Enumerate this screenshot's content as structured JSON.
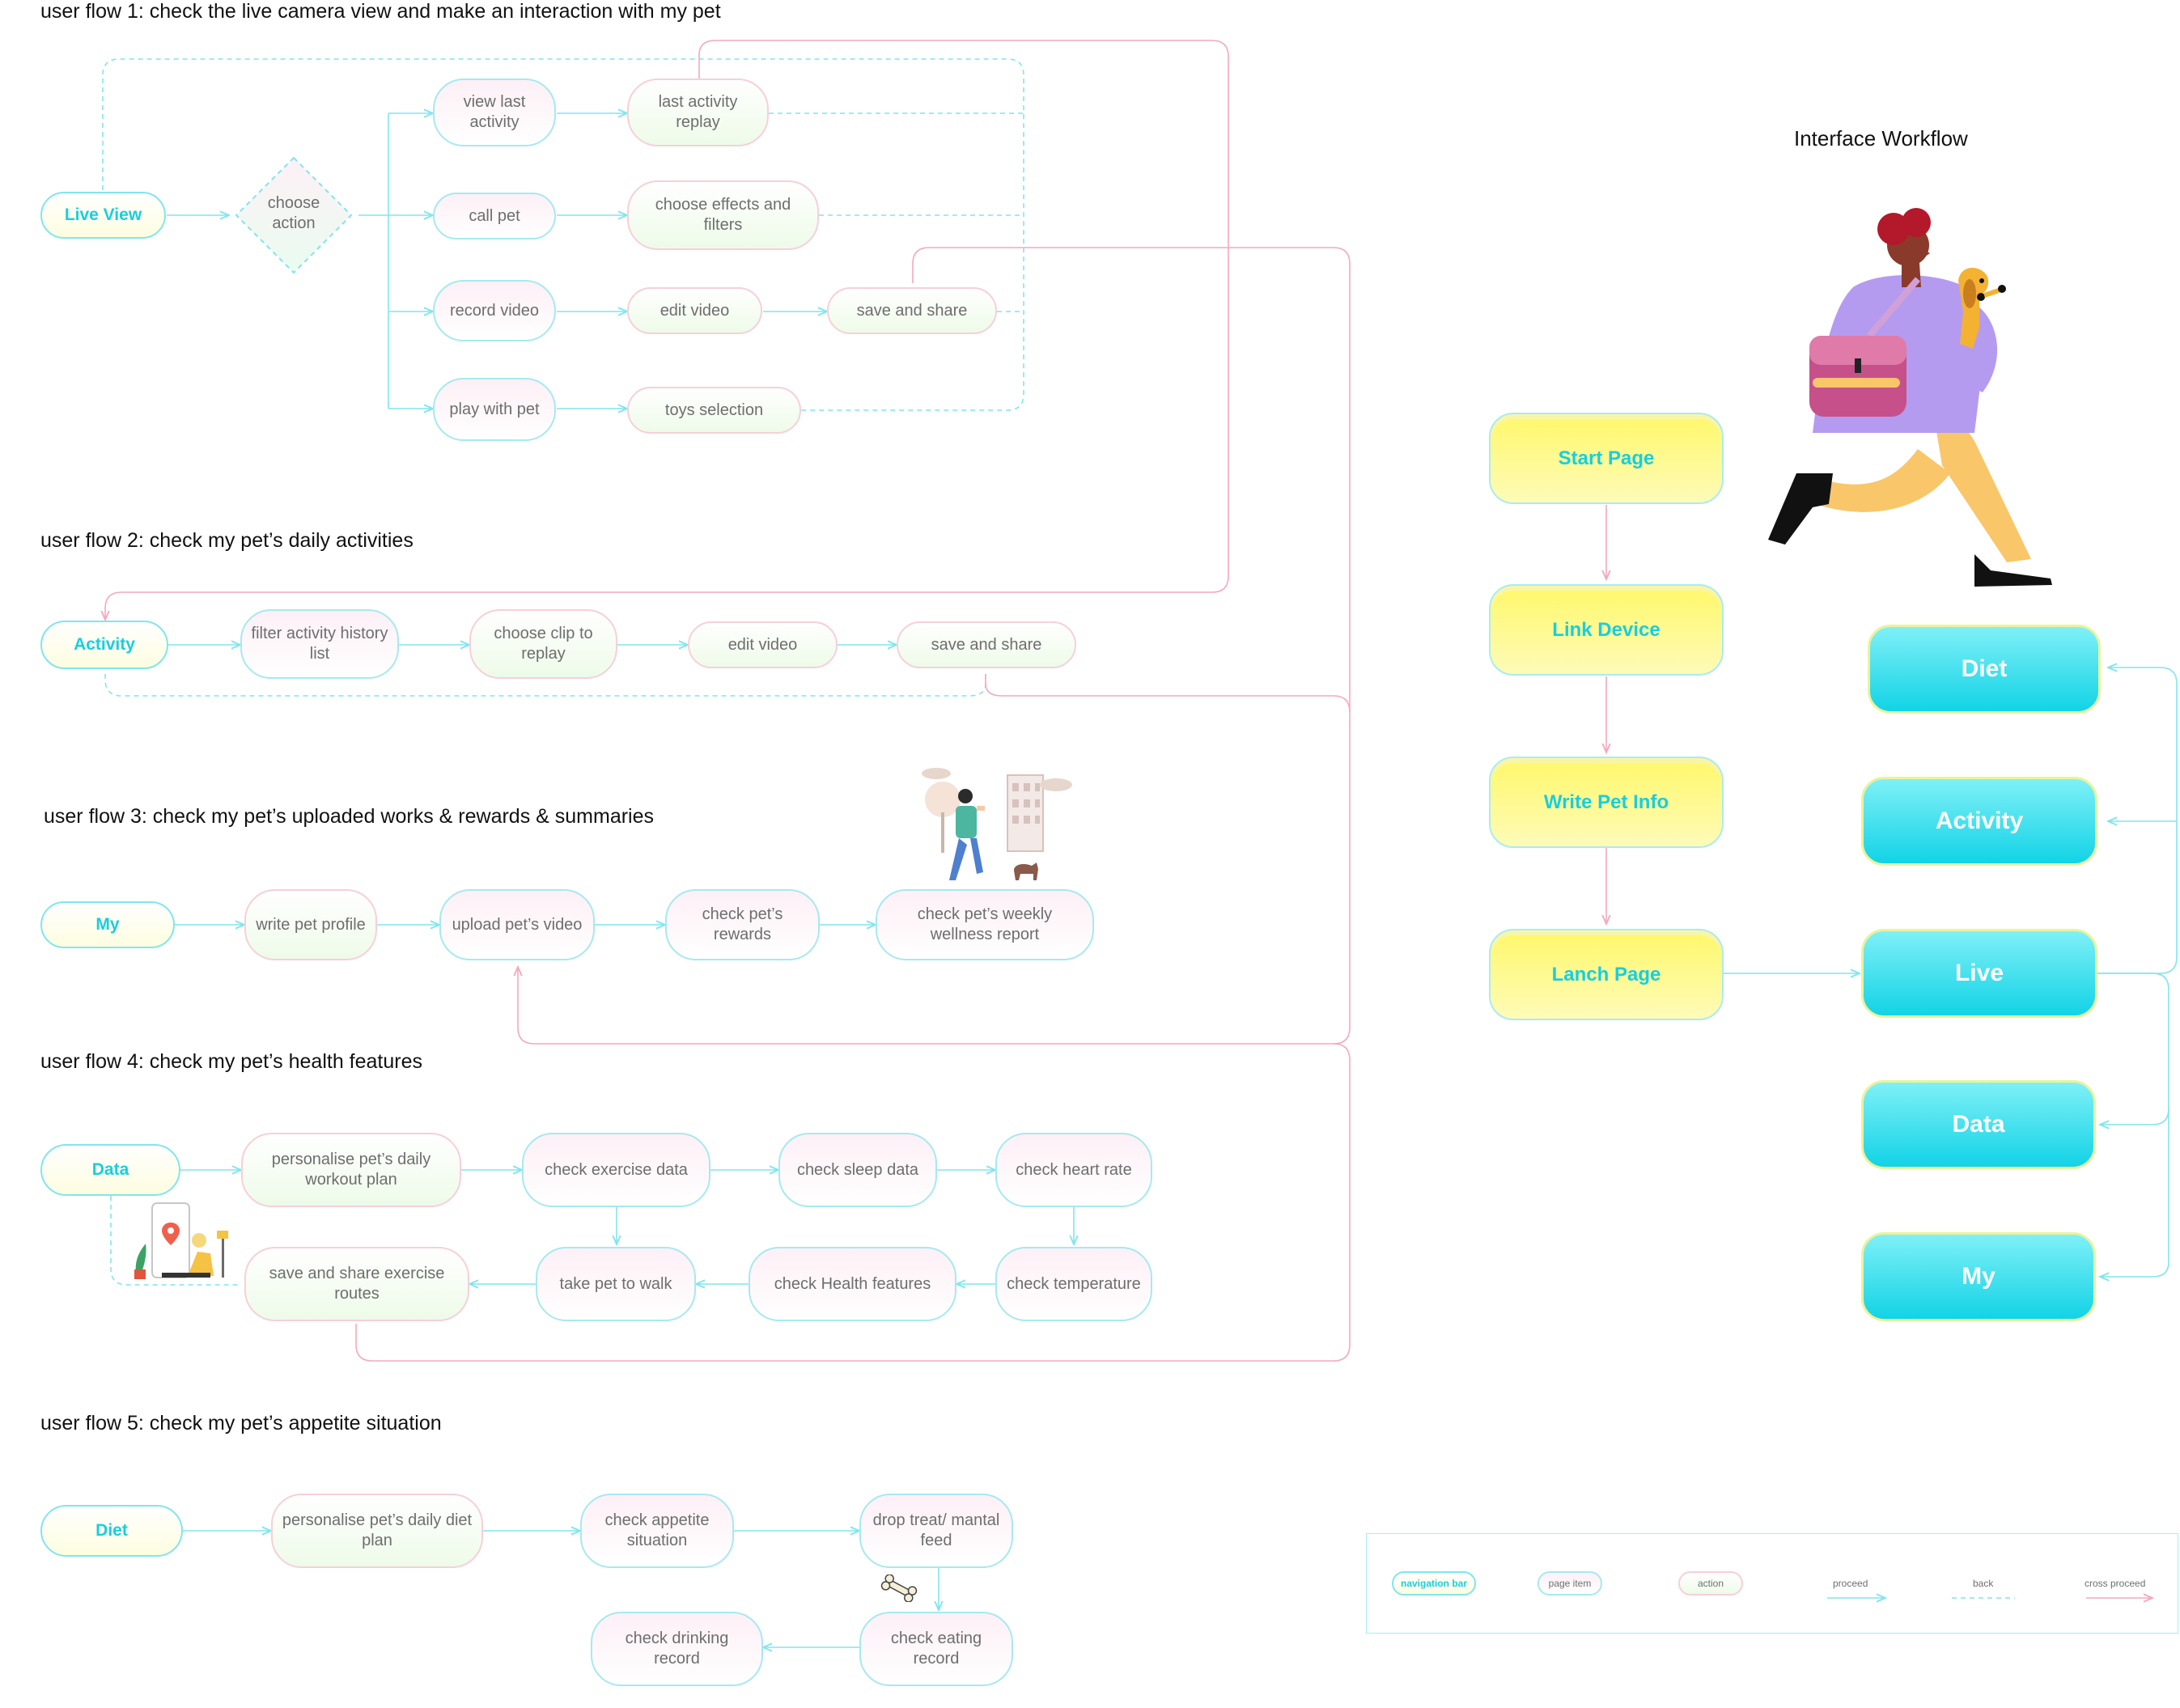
{
  "flows": {
    "flow1": {
      "title": "user flow 1: check the live camera view and make an interaction with my pet",
      "nav": "Live View",
      "decision": "choose action",
      "view_last_activity": "view last activity",
      "last_activity_replay": "last activity replay",
      "call_pet": "call pet",
      "choose_effects": "choose  effects and filters",
      "record_video": "record video",
      "edit_video": "edit video",
      "save_share": "save and share",
      "play_with_pet": "play with pet",
      "toys_selection": "toys selection"
    },
    "flow2": {
      "title": "user flow 2: check my pet’s daily activities",
      "nav": "Activity",
      "filter": "filter activity history list",
      "choose_clip": "choose clip to replay",
      "edit_video": "edit video",
      "save_share": "save and share"
    },
    "flow3": {
      "title": "user flow 3: check my pet’s uploaded works & rewards & summaries",
      "nav": "My",
      "write_profile": "write pet profile",
      "upload_video": "upload pet’s video",
      "check_rewards": "check pet’s rewards",
      "wellness": "check pet’s weekly wellness report"
    },
    "flow4": {
      "title": "user flow 4: check my pet’s health features",
      "nav": "Data",
      "workout_plan": "personalise pet’s daily workout plan",
      "exercise": "check exercise data",
      "sleep": "check sleep data",
      "heart": "check heart rate",
      "temperature": "check temperature",
      "health": "check Health features",
      "walk": "take pet to walk",
      "save_routes": "save and share exercise routes"
    },
    "flow5": {
      "title": "user flow 5: check my pet’s appetite situation",
      "nav": "Diet",
      "diet_plan": "personalise pet’s daily diet plan",
      "appetite": "check appetite situation",
      "drop_treat": "drop treat/ mantal feed",
      "eating": "check eating record",
      "drinking": "check drinking record"
    }
  },
  "workflow": {
    "title": "Interface Workflow",
    "start": "Start Page",
    "link": "Link Device",
    "write_info": "Write Pet Info",
    "launch": "Lanch Page",
    "diet": "Diet",
    "activity": "Activity",
    "live": "Live",
    "data": "Data",
    "my": "My"
  },
  "legend": {
    "nav": "navigation bar",
    "page": "page item",
    "action": "action",
    "proceed": "proceed",
    "back": "back",
    "cross": "cross proceed"
  },
  "colors": {
    "cyan": "#16cfe0",
    "proceed_line": "#7fe6ee",
    "cross_line": "#f4a9bd",
    "yellow": "#fff86a"
  },
  "icons": [
    "woman-with-dog-illustration",
    "person-city-illustration",
    "map-phone-illustration",
    "bone-icon"
  ]
}
